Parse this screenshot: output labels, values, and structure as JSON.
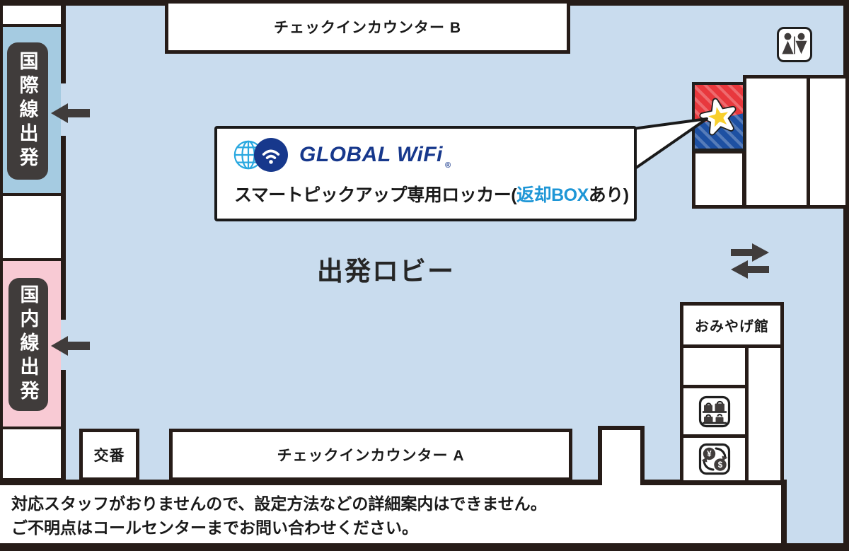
{
  "colors": {
    "wall": "#261c18",
    "floor": "#c9dcee",
    "band-blue": "#a5cbe1",
    "band-pink": "#f8cad4",
    "label-dark": "#403c3b",
    "accent-red": "#e8383d",
    "accent-blue": "#1d50a2",
    "star-yellow": "#f8cf2c",
    "brand-navy": "#17388c",
    "brand-lightblue": "#29a8e0",
    "highlight-blue": "#1e96d6",
    "text-dark": "#1a1a1a"
  },
  "areas": {
    "checkin_b": "チェックインカウンター B",
    "checkin_a": "チェックインカウンター A",
    "koban": "交番",
    "lobby": "出発ロビー",
    "omiyage": "おみやげ館",
    "intl": "国際線出発",
    "domestic": "国内線出発"
  },
  "callout": {
    "brand": "GLOBAL WiFi",
    "reg": "®",
    "label_pre": "スマートピックアップ専用ロッカー(",
    "label_highlight": "返却BOX",
    "label_post": "あり)"
  },
  "footnote": {
    "line1": "対応スタッフがおりませんので、設定方法などの詳細案内はできません。",
    "line2": "ご不明点はコールセンターまでお問い合わせください。"
  }
}
